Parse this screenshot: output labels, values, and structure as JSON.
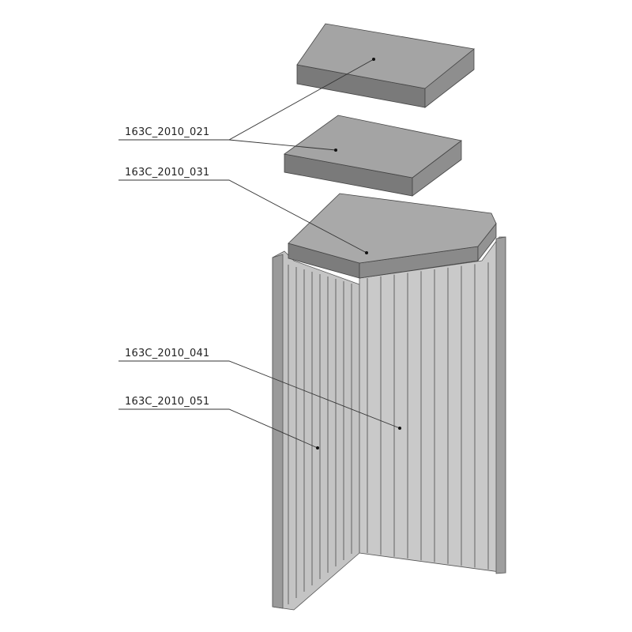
{
  "labels": [
    {
      "id": "part-021",
      "text": "163C_2010_021"
    },
    {
      "id": "part-031",
      "text": "163C_2010_031"
    },
    {
      "id": "part-041",
      "text": "163C_2010_041"
    },
    {
      "id": "part-051",
      "text": "163C_2010_051"
    }
  ],
  "colors": {
    "top": "#a6a6a6",
    "front": "#7c7c7c",
    "side": "#8e8e8e",
    "panel": "#bdbdbd",
    "groove": "#6f6f6f",
    "line": "#333333"
  }
}
